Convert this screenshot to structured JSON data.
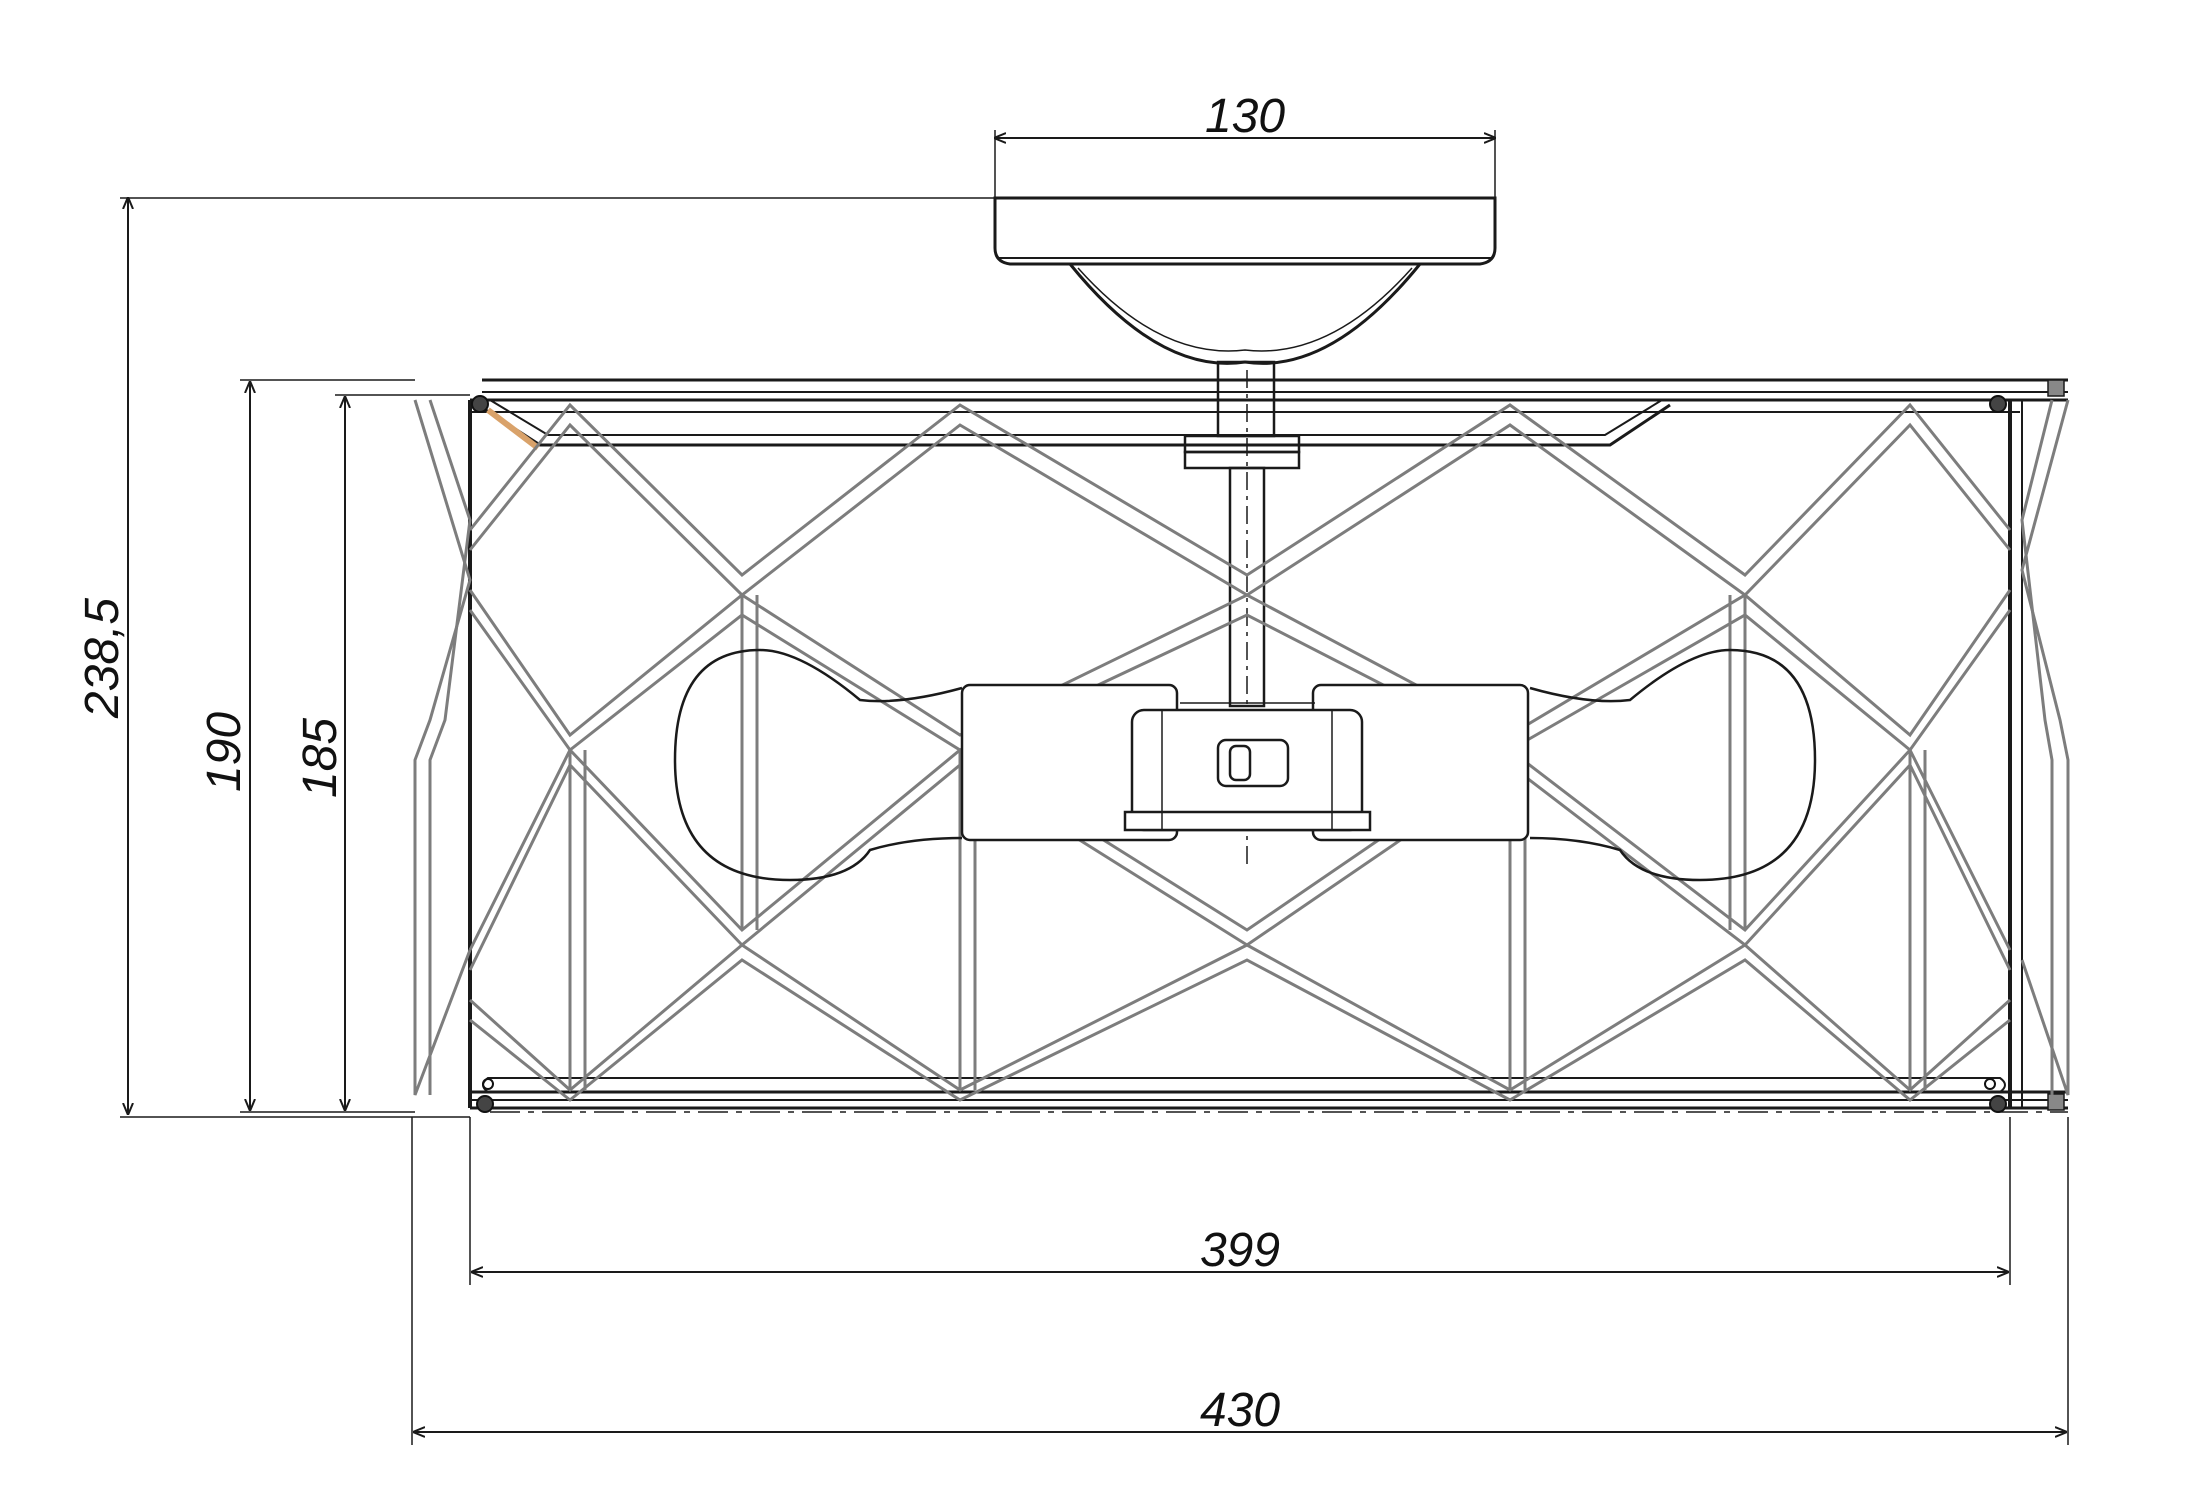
{
  "dimensions": {
    "canopy_width": "130",
    "total_height": "238,5",
    "shade_height_outer": "190",
    "shade_height_inner": "185",
    "inner_width": "399",
    "outer_width": "430"
  },
  "colors": {
    "line": "#1a1a1a",
    "lattice": "#7d7d7d",
    "accent": "#d9a26a",
    "background": "#ffffff"
  }
}
